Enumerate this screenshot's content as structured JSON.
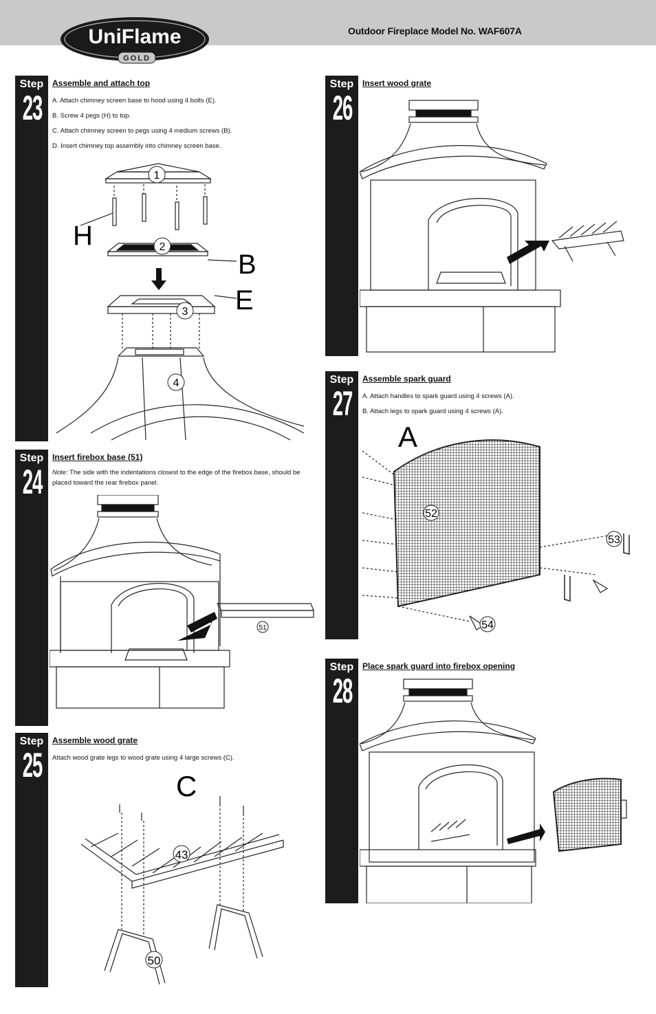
{
  "header": {
    "brand": "UniFlame",
    "brand_sub": "GOLD",
    "model": "Outdoor Fireplace Model No. WAF607A"
  },
  "steps": [
    {
      "label": "Step",
      "number": "23",
      "title": "Assemble and attach top",
      "lines": [
        "A. Attach chimney screen base to hood using 4 bolts (E).",
        "B. Screw 4 pegs (H) to top.",
        "C. Attach chimney screen to pegs using 4 medium screws (B).",
        "D. Insert chimney top assembly into chimney screen base."
      ],
      "callouts": [
        "1",
        "2",
        "3",
        "4",
        "H",
        "B",
        "E"
      ]
    },
    {
      "label": "Step",
      "number": "24",
      "title": "Insert firebox base (51)",
      "note_prefix": "Note:",
      "note_text": " The side with the indentations closest to the edge of the firebox base, should be placed toward the rear firebox panel.",
      "callouts": [
        "51"
      ]
    },
    {
      "label": "Step",
      "number": "25",
      "title": "Assemble wood grate",
      "lines": [
        "Attach wood grate legs to wood grate using 4 large screws (C)."
      ],
      "callouts": [
        "C",
        "43",
        "50"
      ]
    },
    {
      "label": "Step",
      "number": "26",
      "title": "Insert wood grate"
    },
    {
      "label": "Step",
      "number": "27",
      "title": "Assemble spark guard",
      "lines": [
        "A. Attach handles to spark guard using 4 screws (A).",
        "B. Attach legs to spark guard using 4 screws (A)."
      ],
      "callouts": [
        "A",
        "52",
        "53",
        "54"
      ]
    },
    {
      "label": "Step",
      "number": "28",
      "title": "Place spark guard into firebox opening"
    }
  ]
}
